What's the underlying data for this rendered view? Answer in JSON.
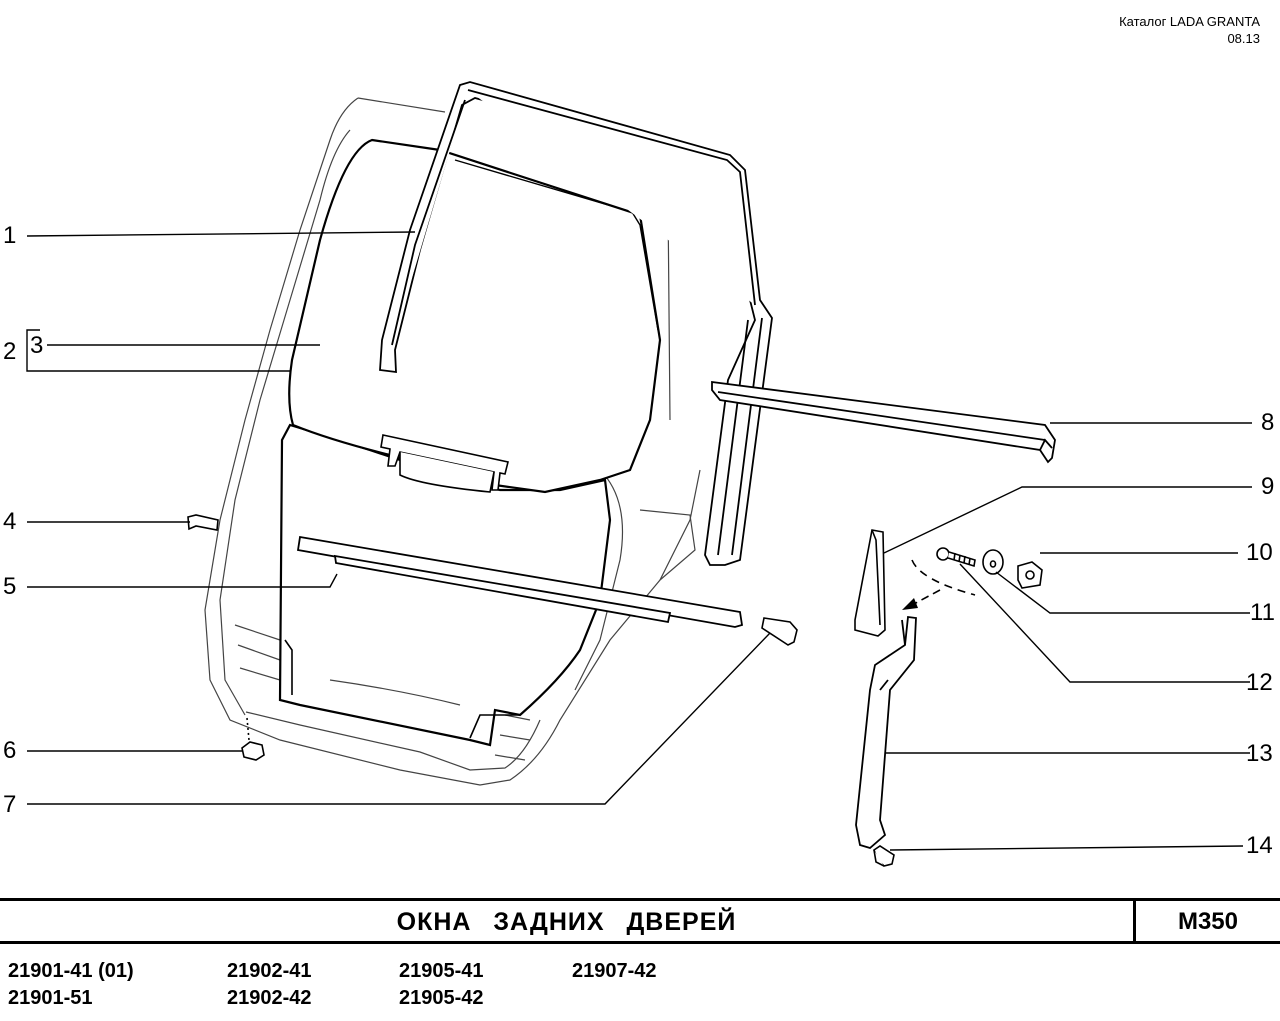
{
  "header": {
    "catalog": "Каталог  LADA  GRANTA",
    "date": "08.13"
  },
  "callouts": [
    "1",
    "2",
    "3",
    "4",
    "5",
    "6",
    "7",
    "8",
    "9",
    "10",
    "11",
    "12",
    "13",
    "14"
  ],
  "title": "ОКНА ЗАДНИХ ДВЕРЕЙ",
  "code": "M350",
  "models": [
    [
      "21901-41 (01)",
      "21901-51"
    ],
    [
      "21902-41",
      "21902-42"
    ],
    [
      "21905-41",
      "21905-42"
    ],
    [
      "21907-42"
    ]
  ]
}
